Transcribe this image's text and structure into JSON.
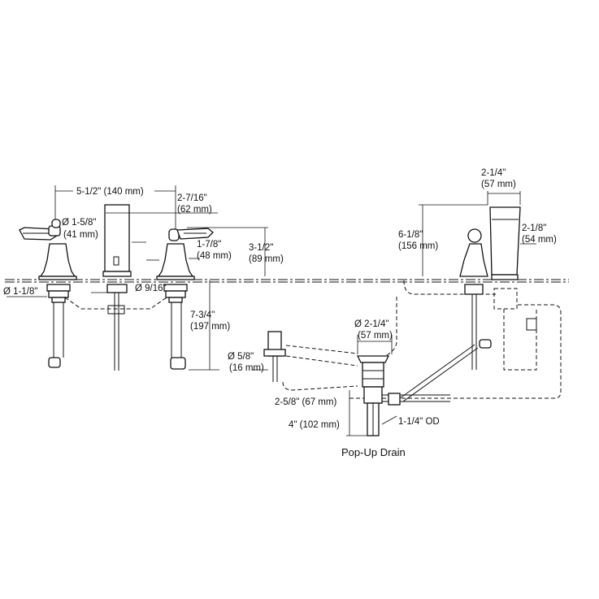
{
  "dimensions": {
    "handle_spread": "5-1/2\" (140 mm)",
    "spout_height_in": "2-7/16\"",
    "spout_height_mm": "(62 mm)",
    "flange_dia_in": "Ø 1-5/8\"",
    "flange_dia_mm": "(41 mm)",
    "handle_height_in": "1-7/8\"",
    "handle_height_mm": "(48 mm)",
    "above_deck_in": "3-1/2\"",
    "above_deck_mm": "(89 mm)",
    "shank_dia": "Ø 1-1/8\"",
    "spout_shank_dia": "Ø 9/16\"",
    "shank_length_in": "7-3/4\"",
    "shank_length_mm": "(197 mm)",
    "side_height_in": "6-1/8\"",
    "side_height_mm": "(156 mm)",
    "spout_width_in": "2-1/4\"",
    "spout_width_mm": "(57 mm)",
    "spout_depth_in": "2-1/8\"",
    "spout_depth_mm": "(54 mm)",
    "drain_flange_in": "Ø 2-1/4\"",
    "drain_flange_mm": "(57 mm)",
    "lift_rod_dia_in": "Ø 5/8\"",
    "lift_rod_dia_mm": "(16 mm)",
    "drain_body": "2-5/8\" (67 mm)",
    "tailpiece": "4\" (102 mm)",
    "outlet": "1-1/4\" OD"
  },
  "caption": "Pop-Up Drain"
}
